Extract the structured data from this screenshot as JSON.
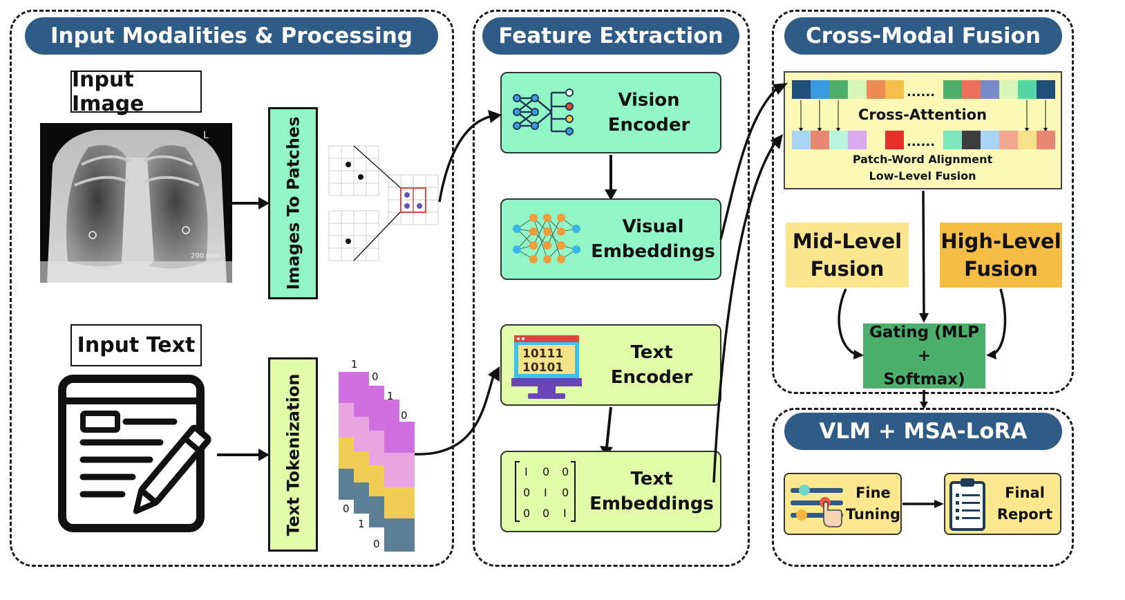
{
  "sections": {
    "input": "Input Modalities & Processing",
    "feature": "Feature Extraction",
    "fusion": "Cross-Modal Fusion",
    "vlm": "VLM + MSA-LoRA"
  },
  "input": {
    "image_label": "Input Image",
    "text_label": "Input Text",
    "xray_mark": "200 mm",
    "xray_corner": "L",
    "patches_label": "Images To Patches",
    "tokenization_label": "Text Tokenization",
    "tokens": [
      "1",
      "0",
      "1",
      "0",
      "0",
      "1",
      "0"
    ]
  },
  "features": {
    "vision_encoder": [
      "Vision",
      "Encoder"
    ],
    "visual_embeddings": [
      "Visual",
      "Embeddings"
    ],
    "text_encoder": [
      "Text",
      "Encoder"
    ],
    "text_embeddings": [
      "Text",
      "Embeddings"
    ],
    "binary": [
      "10111",
      "10101"
    ],
    "matrix": [
      [
        "I",
        "0",
        "0"
      ],
      [
        "0",
        "I",
        "0"
      ],
      [
        "0",
        "0",
        "I"
      ]
    ]
  },
  "fusion": {
    "cross_attention": "Cross-Attention",
    "patch_word": "Patch-Word Alignment",
    "low_level": "Low-Level Fusion",
    "dots": "......",
    "mid_level": [
      "Mid-Level",
      "Fusion"
    ],
    "high_level": [
      "High-Level",
      "Fusion"
    ],
    "gating": [
      "Gating (MLP +",
      "Softmax)"
    ]
  },
  "vlm": {
    "fine_tuning": [
      "Fine",
      "Tuning"
    ],
    "final_report": [
      "Final",
      "Report"
    ]
  },
  "colors": {
    "header": "#2f5b87",
    "vision_green": "#91f5c6",
    "text_green": "#e0fca9",
    "attention_yellow": "#fcf9b8",
    "mid_fusion": "#fbe58f",
    "high_fusion": "#f5bd45",
    "gating": "#4caf6b"
  }
}
